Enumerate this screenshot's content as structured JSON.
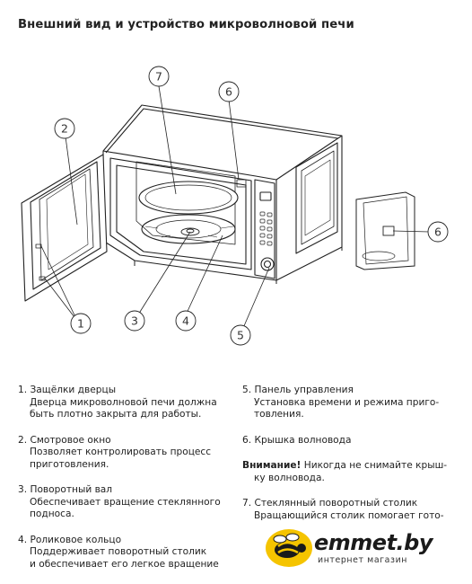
{
  "title": "Внешний вид и устройство микроволновой печи",
  "callouts": [
    "1",
    "2",
    "3",
    "4",
    "5",
    "6",
    "7",
    "6"
  ],
  "items_left": [
    {
      "head": "1.  Защёлки дверцы",
      "body": [
        "Дверца микроволновой печи должна",
        "быть плотно закрыта для работы."
      ]
    },
    {
      "head": "2.  Смотровое окно",
      "body": [
        "Позволяет контролировать процесс",
        "приготовления."
      ]
    },
    {
      "head": "3.  Поворотный вал",
      "body": [
        "Обеспечивает вращение стеклянного",
        "подноса."
      ]
    },
    {
      "head": "4.  Роликовое кольцо",
      "body": [
        "Поддерживает поворотный столик",
        "и обеспечивает его легкое вращение"
      ]
    }
  ],
  "items_right": [
    {
      "head": "5. Панель управления",
      "body": [
        "Установка времени и режима приго-",
        "товления."
      ]
    },
    {
      "head": "6. Крышка волновода",
      "body": []
    }
  ],
  "warning": {
    "label": "Внимание!",
    "text": "   Никогда не снимайте крыш-",
    "body": [
      "ку волновода."
    ]
  },
  "item7": {
    "head": "7. Стеклянный поворотный столик",
    "body": [
      "Вращающийся столик помогает гото-"
    ]
  },
  "logo": {
    "brand": "emmet.by",
    "tagline": "интернет магазин",
    "accent": "#f5c400"
  }
}
